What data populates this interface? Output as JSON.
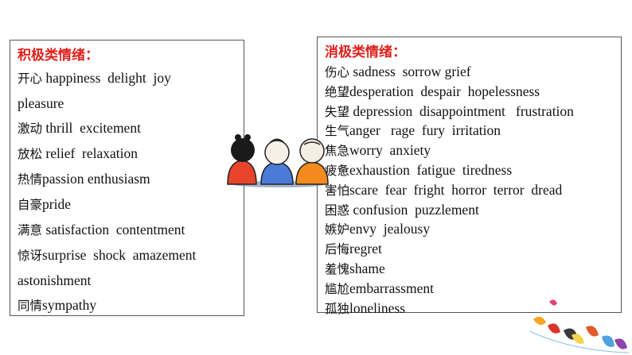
{
  "positive": {
    "heading": "积极类情绪：",
    "lines": [
      {
        "zh": "开心",
        "en": " happiness  delight  joy"
      },
      {
        "zh": "",
        "en": "pleasure"
      },
      {
        "zh": "激动",
        "en": " thrill  excitement"
      },
      {
        "zh": "放松",
        "en": " relief  relaxation"
      },
      {
        "zh": "热情",
        "en": "passion enthusiasm"
      },
      {
        "zh": "自豪",
        "en": "pride"
      },
      {
        "zh": "满意",
        "en": " satisfaction  contentment"
      },
      {
        "zh": "惊讶",
        "en": "surprise  shock  amazement"
      },
      {
        "zh": "",
        "en": "astonishment"
      },
      {
        "zh": "同情",
        "en": "sympathy"
      }
    ]
  },
  "negative": {
    "heading": "消极类情绪：",
    "lines": [
      {
        "zh": "伤心",
        "en": " sadness  sorrow grief"
      },
      {
        "zh": "绝望",
        "en": "desperation  despair  hopelessness"
      },
      {
        "zh": "失望",
        "en": " depression  disappointment   frustration"
      },
      {
        "zh": "生气",
        "en": "anger   rage  fury  irritation"
      },
      {
        "zh": "焦急",
        "en": "worry  anxiety"
      },
      {
        "zh": "疲惫",
        "en": "exhaustion  fatigue  tiredness"
      },
      {
        "zh": "害怕",
        "en": "scare  fear  fright  horror  terror  dread"
      },
      {
        "zh": "困惑",
        "en": " confusion  puzzlement"
      },
      {
        "zh": "嫉妒",
        "en": "envy  jealousy"
      },
      {
        "zh": "后悔",
        "en": "regret"
      },
      {
        "zh": "羞愧",
        "en": "shame"
      },
      {
        "zh": "尴尬",
        "en": "embarrassment"
      },
      {
        "zh": "孤独",
        "en": "loneliness"
      }
    ]
  },
  "decorations": {
    "kids_illustration": "three-children-icon",
    "butterflies_illustration": "butterflies-icon",
    "colors": {
      "heading": "#e0201b",
      "border": "#555555"
    }
  }
}
